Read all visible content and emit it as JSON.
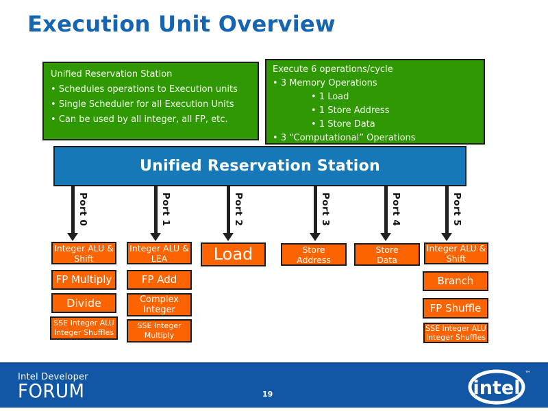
{
  "title": "Execution Unit Overview",
  "reservation_note": {
    "heading": "Unified Reservation Station",
    "bullets": [
      "Schedules operations to Execution units",
      "Single Scheduler for all Execution Units",
      "Can be used by all integer, all FP, etc."
    ]
  },
  "execute_note": {
    "heading": "Execute 6 operations/cycle",
    "bullet_memory": "3 Memory Operations",
    "sub_bullets": [
      "1 Load",
      "1 Store Address",
      "1 Store Data"
    ],
    "bullet_computational": "3 “Computational” Operations"
  },
  "station_bar": "Unified Reservation Station",
  "ports": [
    "Port 0",
    "Port 1",
    "Port 2",
    "Port 3",
    "Port 4",
    "Port 5"
  ],
  "units": {
    "p0_row1": [
      "Integer ALU &",
      "Shift"
    ],
    "p1_row1": [
      "Integer ALU &",
      "LEA"
    ],
    "p2_row1": [
      "Load"
    ],
    "p3_row1": [
      "Store",
      "Address"
    ],
    "p4_row1": [
      "Store",
      "Data"
    ],
    "p5_row1": [
      "Integer ALU &",
      "Shift"
    ],
    "p0_fp_multiply": "FP Multiply",
    "p0_divide": "Divide",
    "p0_sse": [
      "SSE Integer ALU",
      "Integer Shuffles"
    ],
    "p1_fp_add": "FP Add",
    "p1_complex": [
      "Complex",
      "Integer"
    ],
    "p1_sse_multiply": [
      "SSE Integer",
      "Multiply"
    ],
    "p5_branch": "Branch",
    "p5_fp_shuffle": "FP Shuffle",
    "p5_sse": [
      "SSE Integer ALU",
      "Integer Shuffles"
    ]
  },
  "footer": {
    "brand_top": "Intel Developer",
    "brand_bottom": "FORUM",
    "page_number": "19",
    "logo_text": "intel",
    "logo_tm": "™"
  },
  "colors": {
    "title_blue": "#1565B3",
    "note_green": "#2F9802",
    "bar_blue": "#1678B7",
    "unit_orange": "#FB6400",
    "footer_blue": "#1257A6"
  }
}
